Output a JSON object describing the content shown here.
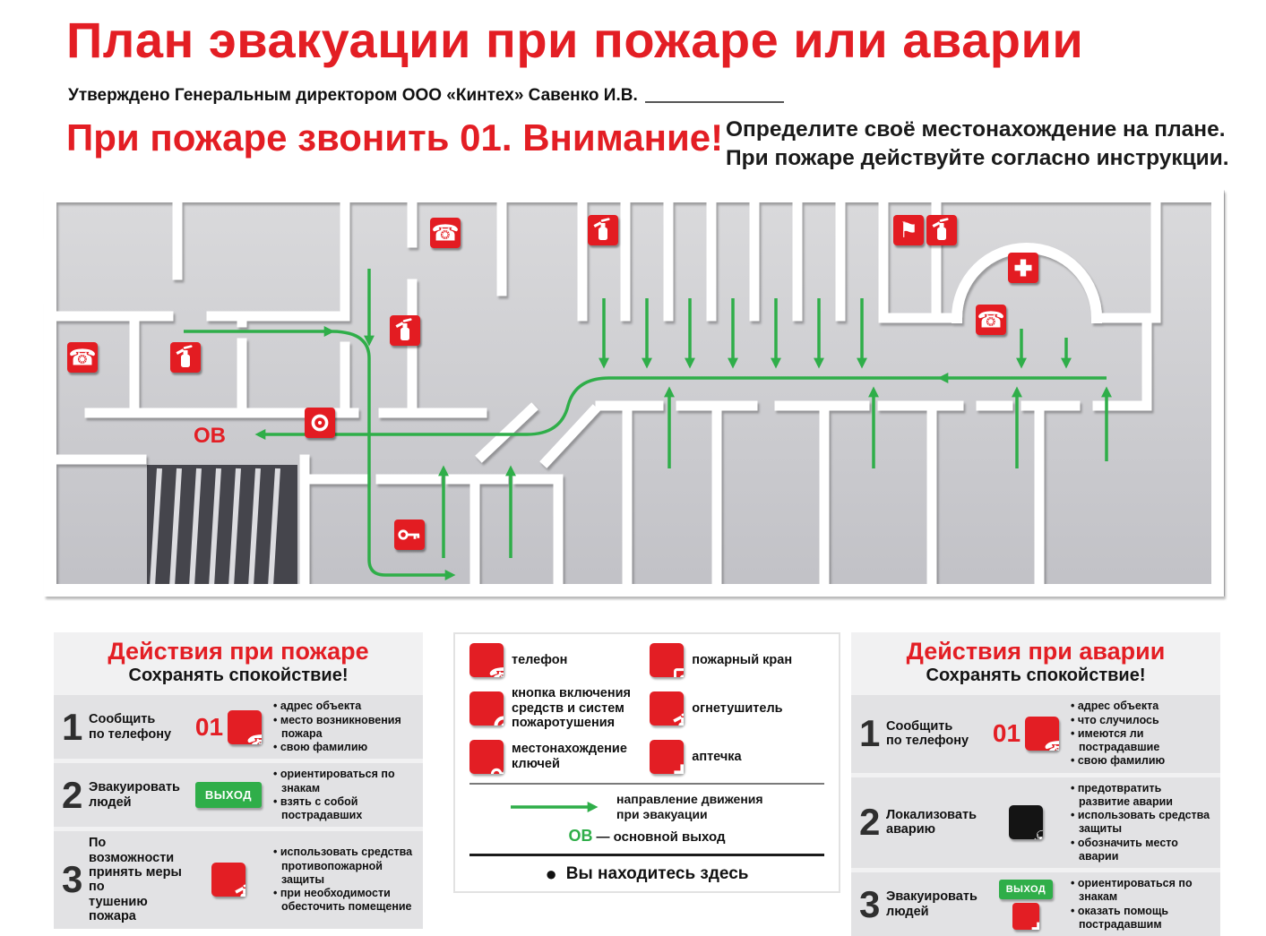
{
  "header": {
    "title": "План эвакуации при пожаре или аварии",
    "approved": "Утверждено Генеральным директором ООО «Кинтех» Савенко И.В.",
    "alert": "При пожаре звонить 01. Внимание!",
    "instructions": "Определите своё местонахождение на плане.\nПри пожаре действуйте согласно инструкции."
  },
  "colors": {
    "accent_red": "#e31e24",
    "route_green": "#2fae49"
  },
  "floorplan": {
    "ov_label": "ОВ",
    "markers": [
      "телефон",
      "огнетушитель",
      "пожарный кран",
      "аптечка",
      "кнопка включения систем пожаротушения",
      "местонахождение ключей"
    ]
  },
  "fire_panel": {
    "title": "Действия при пожаре",
    "subtitle": "Сохранять спокойствие!",
    "steps": [
      {
        "num": "1",
        "action": "Сообщить\nпо телефону",
        "phone": "01",
        "bullets": [
          "адрес объекта",
          "место возникновения пожара",
          "свою фамилию"
        ]
      },
      {
        "num": "2",
        "action": "Эвакуировать\nлюдей",
        "badge": "ВЫХОД",
        "bullets": [
          "ориентироваться по знакам",
          "взять с собой пострадавших"
        ]
      },
      {
        "num": "3",
        "action": "По возможности\nпринять меры по\nтушению пожара",
        "bullets": [
          "использовать средства\nпротивопожарной защиты",
          "при необходимости\nобесточить помещение"
        ]
      }
    ]
  },
  "legend": {
    "items": [
      {
        "icon": "phone-icon",
        "label": "телефон"
      },
      {
        "icon": "hydrant-icon",
        "label": "пожарный кран"
      },
      {
        "icon": "alarm-button-icon",
        "label": "кнопка включения средств и систем пожаротушения"
      },
      {
        "icon": "extinguisher-icon",
        "label": "огнетушитель"
      },
      {
        "icon": "key-icon",
        "label": "местонахождение ключей"
      },
      {
        "icon": "first-aid-icon",
        "label": "аптечка"
      }
    ],
    "direction_label": "направление движения\nпри эвакуации",
    "main_exit_abbr": "ОВ",
    "main_exit_label": "— основной выход",
    "you_are_here": "Вы находитесь здесь"
  },
  "accident_panel": {
    "title": "Действия при аварии",
    "subtitle": "Сохранять спокойствие!",
    "steps": [
      {
        "num": "1",
        "action": "Сообщить\nпо телефону",
        "phone": "01",
        "bullets": [
          "адрес объекта",
          "что случилось",
          "имеются ли пострадавшие",
          "свою фамилию"
        ]
      },
      {
        "num": "2",
        "action": "Локализовать\nаварию",
        "bullets": [
          "предотвратить развитие аварии",
          "использовать средства защиты",
          "обозначить место аварии"
        ]
      },
      {
        "num": "3",
        "action": "Эвакуировать\nлюдей",
        "badge": "ВЫХОД",
        "bullets": [
          "ориентироваться по знакам",
          "оказать помощь пострадавшим"
        ]
      }
    ]
  }
}
